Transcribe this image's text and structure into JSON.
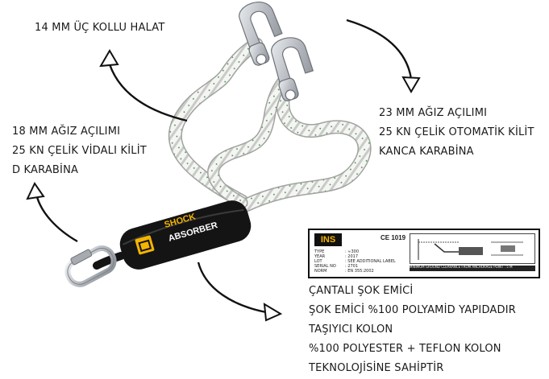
{
  "callouts": {
    "rope": {
      "lines": [
        "14 MM ÜÇ KOLLU HALAT"
      ]
    },
    "right_hook": {
      "lines": [
        "23 MM AĞIZ AÇILIMI",
        "25 KN ÇELİK OTOMATİK KİLİT",
        "KANCA KARABİNA"
      ]
    },
    "left_carabiner": {
      "lines": [
        "18 MM AĞIZ AÇILIMI",
        "25 KN ÇELİK VİDALI KİLİT",
        "D KARABİNA"
      ]
    },
    "absorber": {
      "lines": [
        "ÇANTALI ŞOK EMİCİ",
        "ŞOK EMİCİ %100 POLYAMİD YAPIDADIR",
        "TAŞIYICI KOLON",
        "%100 POLYESTER + TEFLON KOLON",
        "TEKNOLOJİSİNE SAHİPTİR"
      ]
    }
  },
  "absorber_bag": {
    "line1": "SHOCK",
    "line2": "ABSORBER"
  },
  "product_label": {
    "brand": "INS",
    "ce": "CE 1019",
    "rows": [
      {
        "k": "TYPE",
        "v": ": ≈300"
      },
      {
        "k": "YEAR",
        "v": ": 2017"
      },
      {
        "k": "LOT",
        "v": ": SEE ADDITIONAL LABEL"
      },
      {
        "k": "SERIAL NO",
        "v": ": 2701"
      },
      {
        "k": "NORM",
        "v": ": EN 355:2002"
      }
    ],
    "warning": "MINIMUM GROUND CLEARANCE FROM ANCHORAGE POINT : 5 M"
  },
  "colors": {
    "rope": "#f3f3f1",
    "rope_shadow": "#b9bcb8",
    "rope_fleck": "#2f8a3a",
    "bag": "#141414",
    "badge": "#f4b400",
    "hook": "#c9ccd0"
  }
}
